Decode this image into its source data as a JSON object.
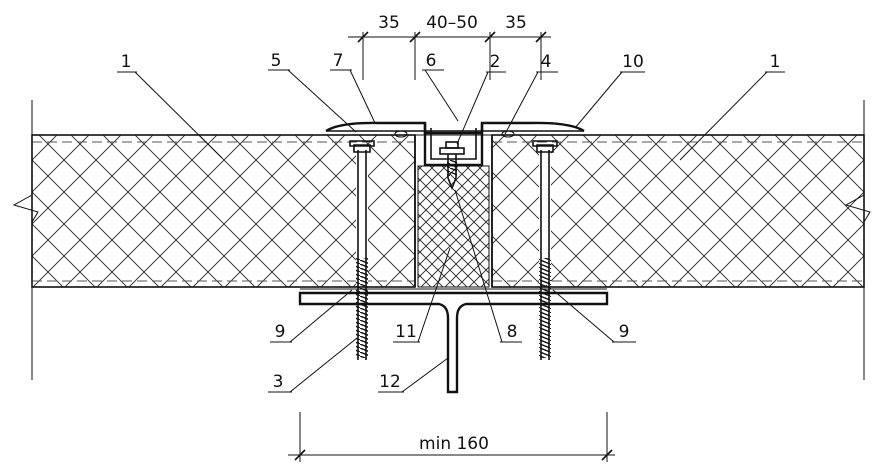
{
  "dimensions": {
    "top": [
      "35",
      "40–50",
      "35"
    ],
    "bottom": "min 160"
  },
  "callouts": [
    "1",
    "5",
    "7",
    "6",
    "2",
    "4",
    "10",
    "1",
    "9",
    "11",
    "8",
    "9",
    "3",
    "12"
  ]
}
